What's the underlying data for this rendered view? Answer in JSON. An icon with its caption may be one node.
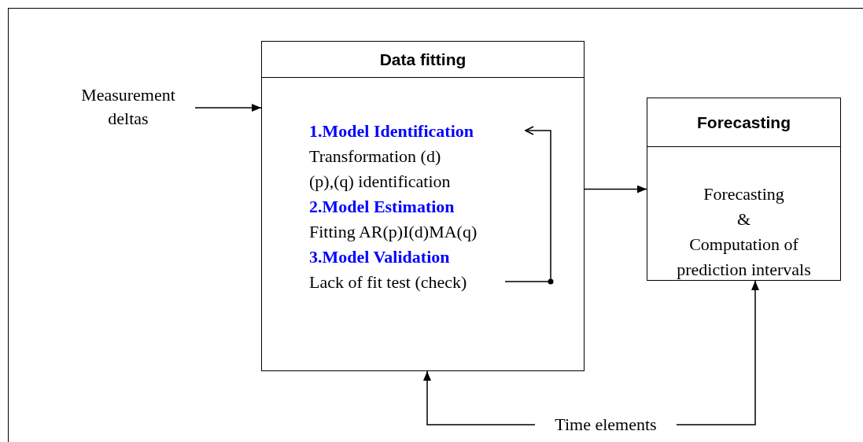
{
  "diagram": {
    "nodes": [
      {
        "text": [
          "Measurement deltas"
        ]
      },
      {
        "text": [
          "Data fitting"
        ]
      },
      {
        "text": [
          "1.Model Identification",
          "Transformation (d)",
          "(p),(q) identification"
        ],
        "in": 1
      },
      {
        "text": [
          "2.Model Estimation",
          "Fitting AR(p)I(d)MA(q)"
        ],
        "in": 1
      },
      {
        "text": [
          "3.Model Validation",
          "Lack of fit test (check)"
        ],
        "in": 1
      },
      {
        "text": [
          "Forecasting",
          "Forecasting",
          "&",
          "Computation of prediction intervals"
        ]
      },
      {
        "text": [
          "Time elements"
        ]
      }
    ],
    "edges": [
      {
        "from": 0,
        "to": 1,
        "arrow": "to"
      },
      {
        "from": 1,
        "to": 5,
        "arrow": "to"
      },
      {
        "from": 6,
        "to": 1,
        "arrow": "to"
      },
      {
        "from": 6,
        "to": 5,
        "arrow": "to"
      },
      {
        "from": 4,
        "to": 2,
        "arrow": "to"
      }
    ]
  }
}
